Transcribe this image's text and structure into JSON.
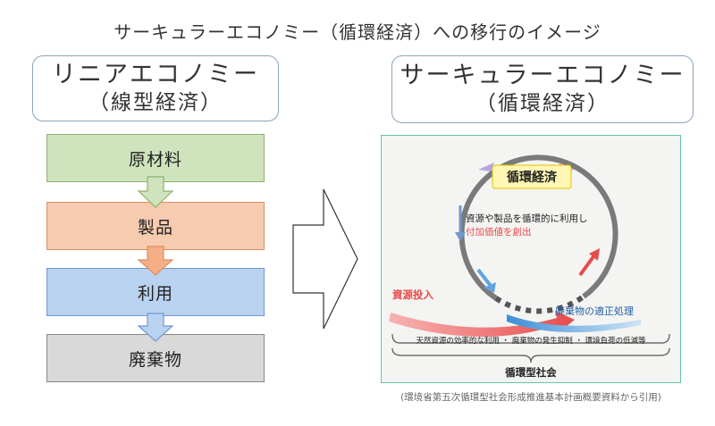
{
  "title": "サーキュラーエコノミー（循環経済）への移行のイメージ",
  "linear": {
    "header_line1": "リニアエコノミー",
    "header_line2": "（線型経済）",
    "steps": [
      "原材料",
      "製品",
      "利用",
      "廃棄物"
    ]
  },
  "circular": {
    "header_line1": "サーキュラーエコノミー",
    "header_line2": "（循環経済）",
    "center_label": "循環経済",
    "desc_line1": "資源や製品を循環的に利用し",
    "desc_line2": "付加価値を創出",
    "input_label": "資源投入",
    "output_label": "廃棄物の適正処理",
    "bottom_line": "天然資源の効率的な利用 ・ 廃棄物の発生抑制 ・ 環境負荷の低減等",
    "society_label": "循環型社会"
  },
  "source_note": "(環境省第五次循環型社会形成推進基本計画概要資料から引用)",
  "colors": {
    "raw": "#cfe3bd",
    "product": "#f7cbb0",
    "use": "#b9d2f0",
    "waste": "#d9d9d9",
    "red_arrow": "#e84a4a",
    "blue_arrow": "#3d8fd6"
  }
}
